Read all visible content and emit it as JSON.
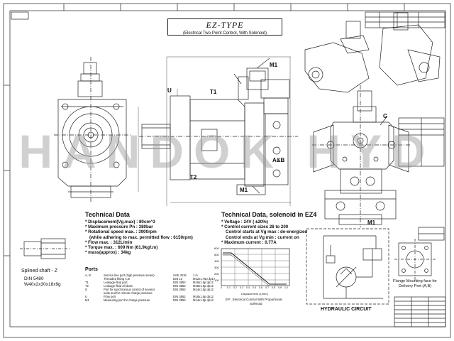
{
  "header": {
    "title": "EZ-TYPE",
    "subtitle": "(Electrical Two-Point Control, With Solenoid)"
  },
  "watermark": "HANDOK HYD",
  "labels": {
    "u": "U",
    "t1": "T1",
    "t2": "T2",
    "m1_top": "M1",
    "ab": "A&B",
    "m1_bottom": "M1",
    "g": "G",
    "m1_right": "M1"
  },
  "technical_data": {
    "title": "Technical Data",
    "lines": [
      "* Displacement(Vg.max) : 80cm^3",
      "* Maximum pressure Pn : 380bar",
      "* Rotational speed max. : 3900rpm",
      "(while adhering to max. permitted flow : 6150rpm)",
      "* Flow max. : 312L/min",
      "* Torque max. : 609 Nm (61.9kgf.m)",
      "* mass(approx) : 34kg"
    ]
  },
  "solenoid_data": {
    "title": "Technical Data, solenoid in EZ4",
    "lines": [
      "* Voltage : 24V ( ±20%)",
      "* Control current sizes 28 to 200",
      "Control starts at Vg max : de-energized",
      "Control ends at Vg min : current on",
      "* Maximum current : 0.77A"
    ]
  },
  "spline": {
    "title": "Splined shaft - Z",
    "din": "DIN 5480",
    "spec": "W40x2x30x18x9g"
  },
  "ports": {
    "title": "Ports",
    "rows": [
      [
        "A, B",
        "Service line port (high pressure series)",
        "SAE J518",
        "1 in"
      ],
      [
        "",
        "Threaded fitting A,B",
        "DIN 13",
        "M12x1.75p dp17"
      ],
      [
        "T1",
        "Leakage-fluid port",
        "DIN 3852",
        "M18x1.5p dp12"
      ],
      [
        "T2",
        "Leakage-fluid oil drain",
        "DIN 3852",
        "M18x1.5p dp12"
      ],
      [
        "G",
        "Port for synchronous control of several",
        "DIN 3852",
        "M14x1.5p dp12"
      ],
      [
        "",
        "units and for remote charge pressure",
        "",
        ""
      ],
      [
        "U",
        "Flow port",
        "DIN 3852",
        "M18x1.5p dp12"
      ],
      [
        "M1",
        "Measuring port for charge pressure",
        "DIN 3852",
        "M14x1.5p dp12"
      ]
    ]
  },
  "graph": {
    "caption_1": "EP : Electrical Control With Proportional",
    "caption_2": "Solenoid",
    "xlabel": "Displacement (L/min)",
    "x_ticks": [
      "0",
      "0.1",
      "0.2",
      "0.3",
      "0.4",
      "0.5",
      "0.6",
      "0.7",
      "0.8",
      "0.9",
      "1.0"
    ],
    "y_ticks": [
      "600",
      "500",
      "400",
      "300",
      "200",
      "100"
    ]
  },
  "hydraulic_circuit": "HYDRAULIC CIRCUIT",
  "flange": {
    "line1": "Flange Mounting face for",
    "line2": "Delivery Port (A,B)"
  }
}
